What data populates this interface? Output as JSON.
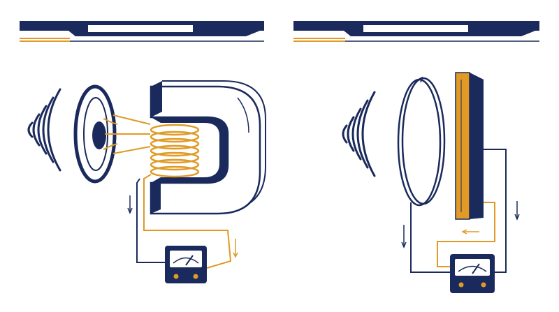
{
  "colors": {
    "navy": "#1b2a5c",
    "gold": "#e09a25",
    "background": "#ffffff"
  },
  "panels": [
    {
      "device": "moving-coil-microphone",
      "components": [
        "title-banner-frame",
        "sound-waves-icon",
        "diaphragm-cone-icon",
        "voice-coil-icon",
        "horseshoe-magnet-icon",
        "meter-icon",
        "circuit-wires"
      ]
    },
    {
      "device": "condenser-microphone",
      "components": [
        "title-banner-frame",
        "sound-waves-icon",
        "diaphragm-plate-icon",
        "backplate-icon",
        "meter-icon",
        "circuit-wires"
      ]
    }
  ]
}
